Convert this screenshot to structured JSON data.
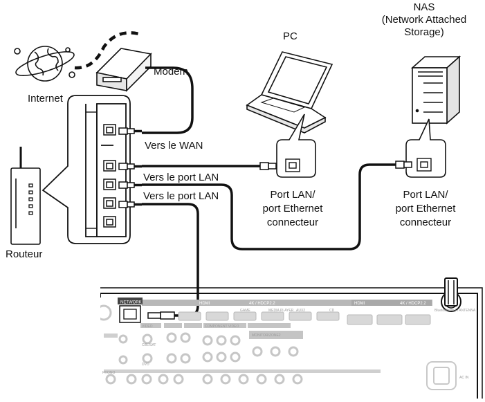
{
  "labels": {
    "internet": "Internet",
    "modem": "Modem",
    "router": "Routeur",
    "pc": "PC",
    "nas_line1": "NAS",
    "nas_line2": "(Network Attached",
    "nas_line3": "Storage)",
    "to_wan": "Vers le WAN",
    "to_lan_1": "Vers le port LAN",
    "to_lan_2": "Vers le port LAN",
    "pc_port_line1": "Port LAN/",
    "pc_port_line2": "port Ethernet",
    "pc_port_line3": "connecteur",
    "nas_port_line1": "Port LAN/",
    "nas_port_line2": "port Ethernet",
    "nas_port_line3": "connecteur"
  },
  "receiver": {
    "network": "NETWORK",
    "hdmi_in": "HDMI",
    "hdcp_left": "4K / HDCP2.2",
    "hdcp_right": "4K / HDCP2.2",
    "hdmi_right": "HDMI",
    "antenna": "Bluetooth/Wi-Fi ANTENNA",
    "ac_in": "AC IN",
    "game": "GAME",
    "aux2": "AUX2",
    "cd": "CD",
    "media_player": "MEDIA PLAYER",
    "phono": "PHONO",
    "video": "VIDEO",
    "component_video": "COMPONENT VIDEO",
    "monitor_zone2": "MONITOR/ZONE2",
    "cbl_sat": "CBL/SAT",
    "dvd": "DVD"
  },
  "colors": {
    "line": "#111111",
    "panel": "#ffffff",
    "receiver_grey": "#b8b8b8",
    "receiver_light": "#d8d8d8"
  }
}
